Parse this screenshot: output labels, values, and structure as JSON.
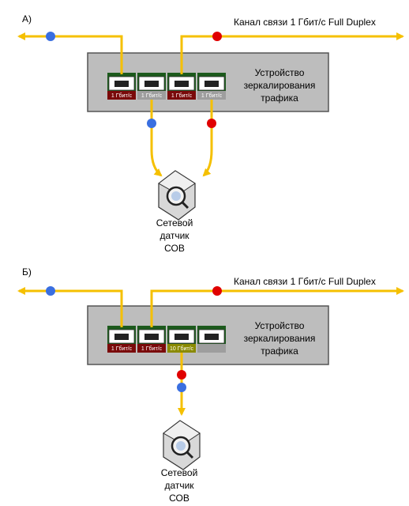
{
  "panels": [
    {
      "label": "А)",
      "link_label": "Канал связи 1 Гбит/с Full Duplex",
      "device_label": "Устройство зеркалирования трафика",
      "sensor_label": "Сетевой датчик СОВ",
      "ports": [
        {
          "label": "1 Гбит/с",
          "color": "#7a0a0a"
        },
        {
          "label": "1 Гбит/с",
          "color": "#9e9e9e"
        },
        {
          "label": "1 Гбит/с",
          "color": "#7a0a0a"
        },
        {
          "label": "1 Гбит/с",
          "color": "#9e9e9e"
        }
      ]
    },
    {
      "label": "Б)",
      "link_label": "Канал связи 1 Гбит/с Full Duplex",
      "device_label": "Устройство зеркалирования трафика",
      "sensor_label": "Сетевой датчик СОВ",
      "ports": [
        {
          "label": "1 Гбит/с",
          "color": "#7a0a0a"
        },
        {
          "label": "1 Гбит/с",
          "color": "#7a0a0a"
        },
        {
          "label": "10 Гбит/с",
          "color": "#8a8a00"
        },
        {
          "label": "",
          "color": "#9e9e9e"
        }
      ]
    }
  ],
  "colors": {
    "wire": "#f5c000",
    "dot_blue": "#3a6fe0",
    "dot_red": "#e00000",
    "device_fill": "#bdbdbd"
  }
}
